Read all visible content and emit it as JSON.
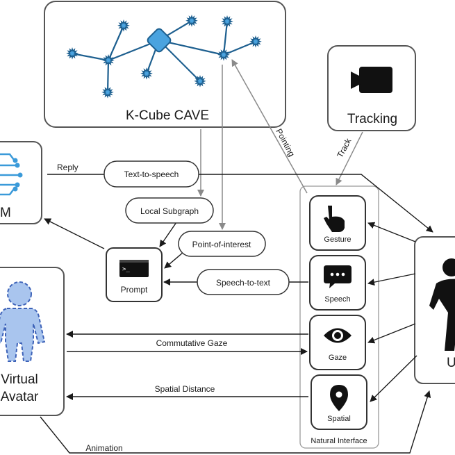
{
  "kcube": {
    "label": "K-Cube CAVE"
  },
  "tracking": {
    "label": "Tracking"
  },
  "llm": {
    "label": "M"
  },
  "prompt": {
    "label": "Prompt"
  },
  "avatar": {
    "label_line1": "Virtual",
    "label_line2": "Avatar"
  },
  "user": {
    "label": "U"
  },
  "natural_interface": {
    "label": "Natural Interface",
    "items": [
      "Gesture",
      "Speech",
      "Gaze",
      "Spatial"
    ]
  },
  "edges": {
    "reply": "Reply",
    "tts": "Text-to-speech",
    "local_subgraph": "Local Subgraph",
    "poi": "Point-of-interest",
    "stt": "Speech-to-text",
    "gaze": "Commutative Gaze",
    "spatial": "Spatial Distance",
    "animation": "Animation",
    "pointing": "Pointing",
    "track": "Track"
  },
  "colors": {
    "node_fill": "#4aa3df",
    "node_stroke": "#1d5f8f",
    "avatar_fill": "#a9c5ee",
    "avatar_stroke": "#3d62b8",
    "edge_gray": "#8a8a8a",
    "frame": "#555555"
  }
}
